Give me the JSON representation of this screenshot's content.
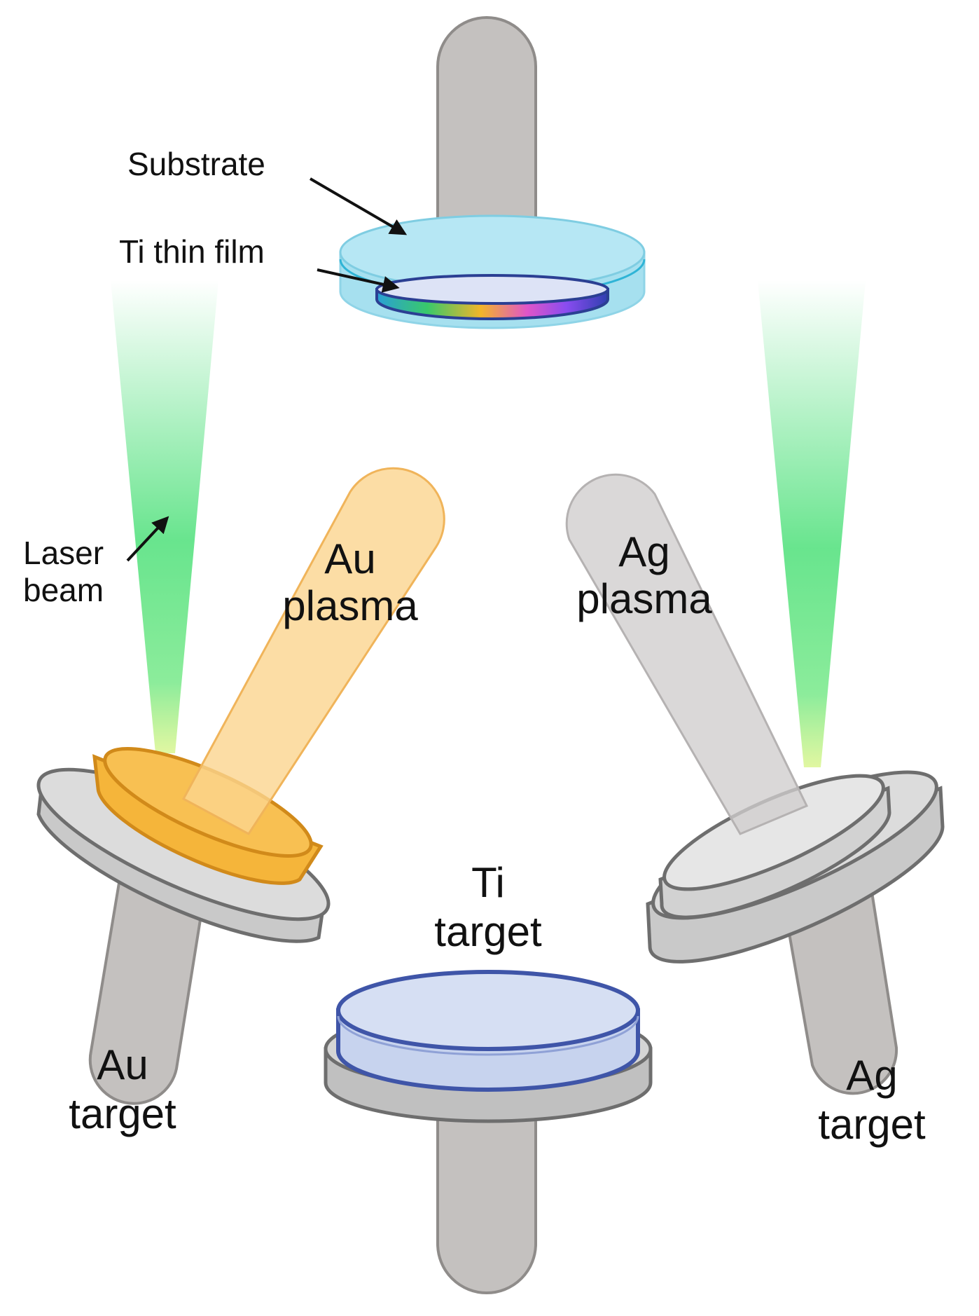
{
  "labels": {
    "substrate": "Substrate",
    "ti_thin_film": "Ti thin film",
    "laser_beam": [
      "Laser",
      "beam"
    ],
    "au_plasma": [
      "Au",
      "plasma"
    ],
    "ag_plasma": [
      "Ag",
      "plasma"
    ],
    "ti_target": [
      "Ti",
      "target"
    ],
    "au_target": [
      "Au",
      "target"
    ],
    "ag_target": [
      "Ag",
      "target"
    ]
  },
  "colors": {
    "rod": "#c4c1bf",
    "rod_stroke": "#8f8c8a",
    "substrate_fill": "#a6e0ef",
    "substrate_stroke": "#7fcde2",
    "film_stroke": "#2b3f93",
    "laser_green": "#4ee07a",
    "au_plasma": "#fbd58e",
    "au_disc": "#f5b53a",
    "au_disc_stroke": "#d18a1a",
    "ag_plasma": "#cfcdcd",
    "ti_disc": "#cdd8ef",
    "ti_disc_stroke": "#3f55a8",
    "holder": "#d3d3d3",
    "holder_stroke": "#6e6e6e"
  }
}
